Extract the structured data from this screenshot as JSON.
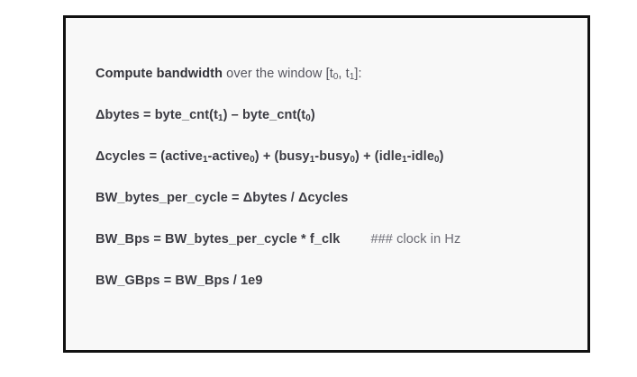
{
  "slide": {
    "background_color": "#ffffff",
    "card": {
      "background_color": "#f8f8f8",
      "border_color": "#111111"
    },
    "text_colors": {
      "bold": "#33333a",
      "regular": "#55555e",
      "comment": "#6a6a73"
    }
  },
  "content": {
    "lines": [
      {
        "id": "compute-bandwidth-heading",
        "bold_text": "Compute bandwidth",
        "regular_text": " over the window [t",
        "sub_a": "0",
        "mid_text": ", t",
        "sub_b": "1",
        "tail_text": "]:"
      },
      {
        "id": "delta-bytes",
        "text_a": "Δbytes = byte_cnt(t",
        "sub_a": "1",
        "text_b": ") – byte_cnt(t",
        "sub_b": "0",
        "text_c": ")"
      },
      {
        "id": "delta-cycles",
        "text_a": "Δcycles = (active",
        "sub_a": "1",
        "text_b": "-active",
        "sub_b": "0",
        "text_c": ") + (busy",
        "sub_c": "1",
        "text_d": "-busy",
        "sub_d": "0",
        "text_e": ") + (idle",
        "sub_e": "1",
        "text_f": "-idle",
        "sub_f": "0",
        "text_g": ")"
      },
      {
        "id": "bw-bytes-per-cycle",
        "text": "BW_bytes_per_cycle = Δbytes / Δcycles"
      },
      {
        "id": "bw-bps",
        "text": "BW_Bps = BW_bytes_per_cycle * f_clk",
        "comment": "### clock in Hz"
      },
      {
        "id": "bw-gbps",
        "text": "BW_GBps = BW_Bps / 1e9"
      }
    ]
  }
}
